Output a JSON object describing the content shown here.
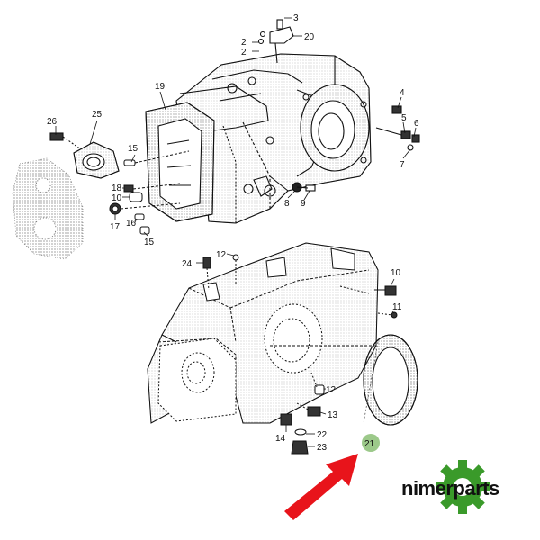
{
  "diagram": {
    "callouts": [
      {
        "id": "c3",
        "text": "3"
      },
      {
        "id": "c20",
        "text": "20"
      },
      {
        "id": "c2a",
        "text": "2"
      },
      {
        "id": "c2b",
        "text": "2"
      },
      {
        "id": "c19",
        "text": "19"
      },
      {
        "id": "c26",
        "text": "26"
      },
      {
        "id": "c25",
        "text": "25"
      },
      {
        "id": "c4",
        "text": "4"
      },
      {
        "id": "c5",
        "text": "5"
      },
      {
        "id": "c6",
        "text": "6"
      },
      {
        "id": "c7",
        "text": "7"
      },
      {
        "id": "c15a",
        "text": "15"
      },
      {
        "id": "c18",
        "text": "18"
      },
      {
        "id": "c10a",
        "text": "10"
      },
      {
        "id": "c17",
        "text": "17"
      },
      {
        "id": "c16",
        "text": "16"
      },
      {
        "id": "c15b",
        "text": "15"
      },
      {
        "id": "c8",
        "text": "8"
      },
      {
        "id": "c9",
        "text": "9"
      },
      {
        "id": "c24",
        "text": "24"
      },
      {
        "id": "c12a",
        "text": "12"
      },
      {
        "id": "c10b",
        "text": "10"
      },
      {
        "id": "c11",
        "text": "11"
      },
      {
        "id": "c12b",
        "text": "12"
      },
      {
        "id": "c13",
        "text": "13"
      },
      {
        "id": "c14",
        "text": "14"
      },
      {
        "id": "c22",
        "text": "22"
      },
      {
        "id": "c23",
        "text": "23"
      },
      {
        "id": "c21",
        "text": "21"
      }
    ],
    "highlighted_part": "21",
    "highlight_color": "#9cc98a",
    "arrow_color": "#e8141b"
  },
  "brand": {
    "name": "nimerparts",
    "logo_icon": "gear-icon",
    "logo_color": "#3a9a2a"
  }
}
